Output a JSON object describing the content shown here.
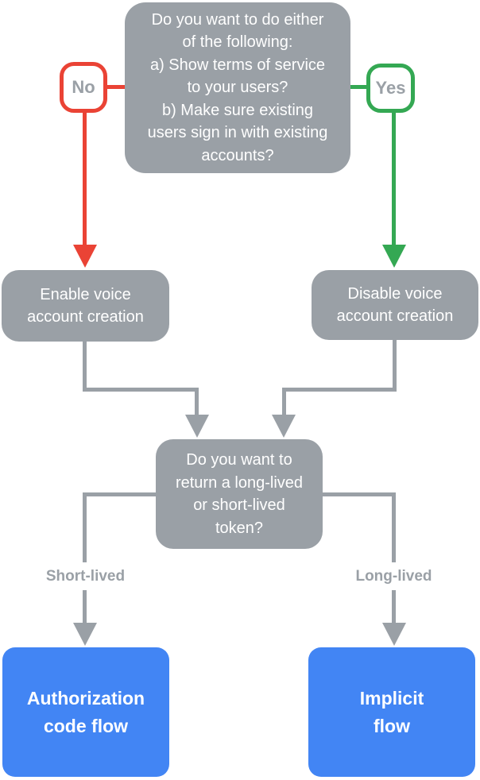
{
  "colors": {
    "gray": "#9aa0a6",
    "red": "#ea4335",
    "green": "#34a853",
    "blue": "#4285f4",
    "node_text": "#ffffff",
    "muted_text": "#9aa0a6",
    "background": "#ffffff"
  },
  "diagram": {
    "question1": {
      "lines": [
        "Do you want to do either",
        "of the following:",
        "a) Show terms of service",
        "to your users?",
        "b) Make sure existing",
        "users sign in with existing",
        "accounts?"
      ]
    },
    "no_badge": {
      "label": "No"
    },
    "yes_badge": {
      "label": "Yes"
    },
    "enable_node": {
      "lines": [
        "Enable voice",
        "account creation"
      ]
    },
    "disable_node": {
      "lines": [
        "Disable voice",
        "account creation"
      ]
    },
    "question2": {
      "lines": [
        "Do you want to",
        "return a long-lived",
        "or short-lived",
        "token?"
      ]
    },
    "short_label": {
      "label": "Short-lived"
    },
    "long_label": {
      "label": "Long-lived"
    },
    "auth_node": {
      "lines": [
        "Authorization",
        "code flow"
      ]
    },
    "implicit_node": {
      "lines": [
        "Implicit",
        "flow"
      ]
    }
  }
}
